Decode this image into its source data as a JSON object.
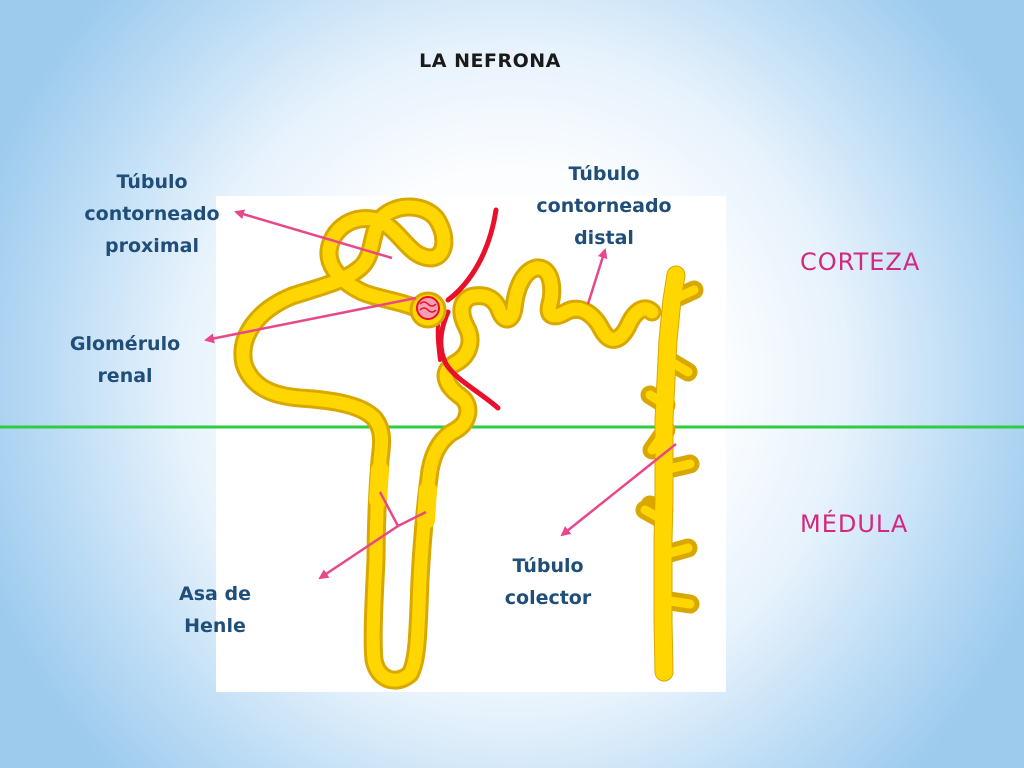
{
  "title": "LA NEFRONA",
  "labels": {
    "proximal": [
      "Túbulo",
      "contorneado",
      "proximal"
    ],
    "distal": [
      "Túbulo",
      "contorneado",
      "distal"
    ],
    "glomerulo": [
      "Glomérulo",
      "renal"
    ],
    "henle": [
      "Asa de",
      "Henle"
    ],
    "colector": [
      "Túbulo",
      "colector"
    ]
  },
  "zones": {
    "corteza": "CORTEZA",
    "medula": "MÉDULA"
  },
  "colors": {
    "tubule": "#ffd600",
    "tubule_outline": "#d9a800",
    "blood_vessel": "#e8102b",
    "arrow": "#e8488a",
    "zone_text": "#d4287d",
    "boundary_line": "#2ecc40",
    "label_text": "#1f4e79"
  }
}
